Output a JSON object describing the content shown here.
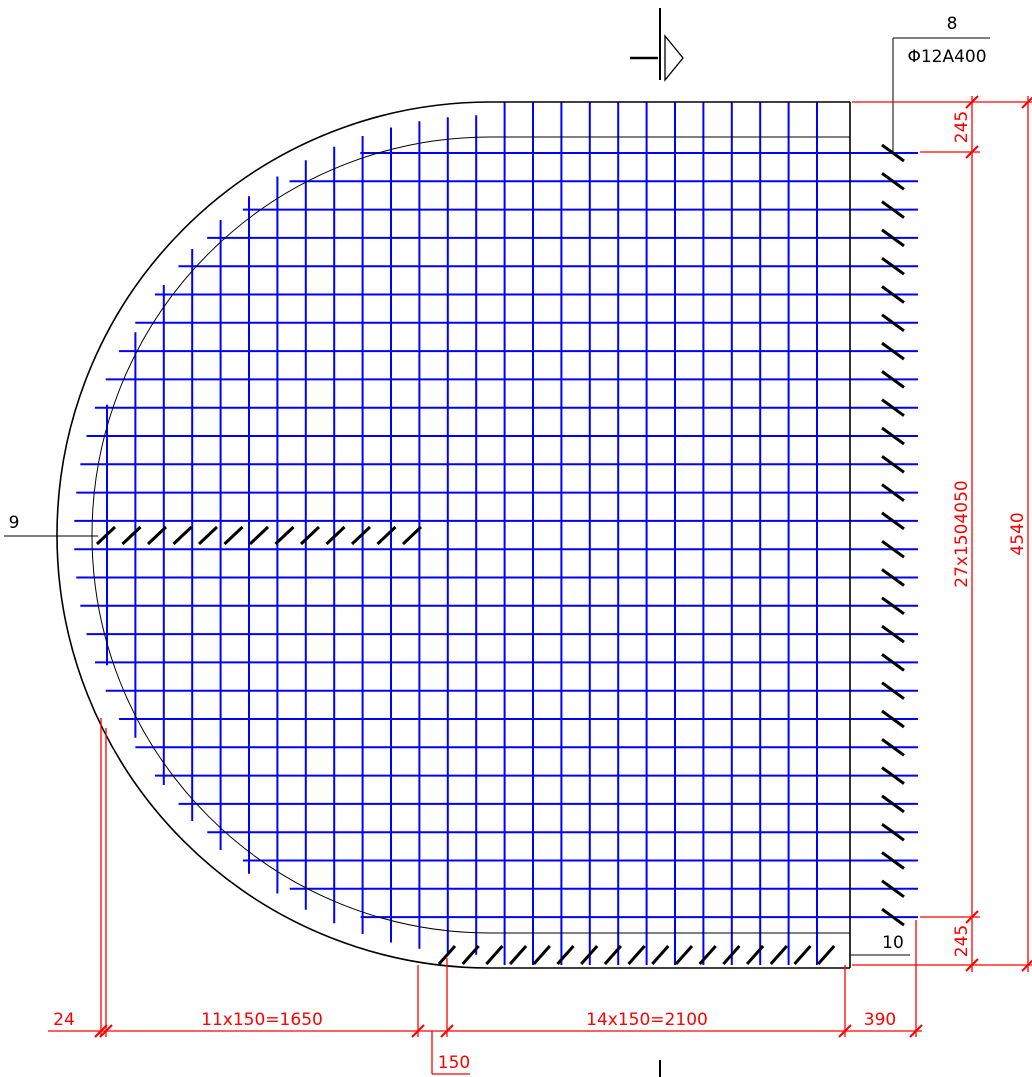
{
  "colors": {
    "outline": "#000000",
    "rebar": "#0000ff",
    "dimension": "#ff0000"
  },
  "labels": {
    "callout_8": "8",
    "callout_8_spec": "Φ12A400",
    "callout_9": "9",
    "callout_10": "10",
    "section_mark": "I"
  },
  "dimensions": {
    "top_offset": "245",
    "bottom_offset": "245",
    "vertical_spacing": "27x1504050",
    "overall_height": "4540",
    "left_cover": "24",
    "spacing_left": "11x150=1650",
    "gap": "150",
    "spacing_right": "14x150=2100",
    "right_cover": "390"
  }
}
